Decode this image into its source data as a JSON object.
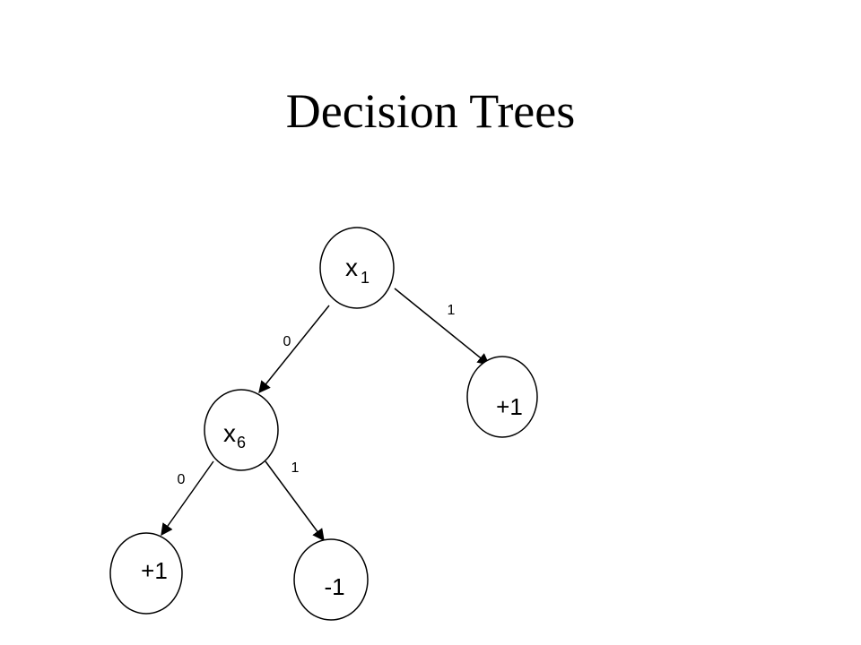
{
  "slide": {
    "title": "Decision Trees"
  },
  "tree": {
    "root": {
      "var": "x",
      "sub": "1"
    },
    "internal": {
      "var": "x",
      "sub": "6"
    },
    "leaves": {
      "root_right": "+1",
      "x6_left": "+1",
      "x6_right": "-1"
    },
    "edges": {
      "root_left": "0",
      "root_right": "1",
      "x6_left": "0",
      "x6_right": "1"
    }
  },
  "colors": {
    "stroke": "#000000",
    "background": "#ffffff"
  }
}
